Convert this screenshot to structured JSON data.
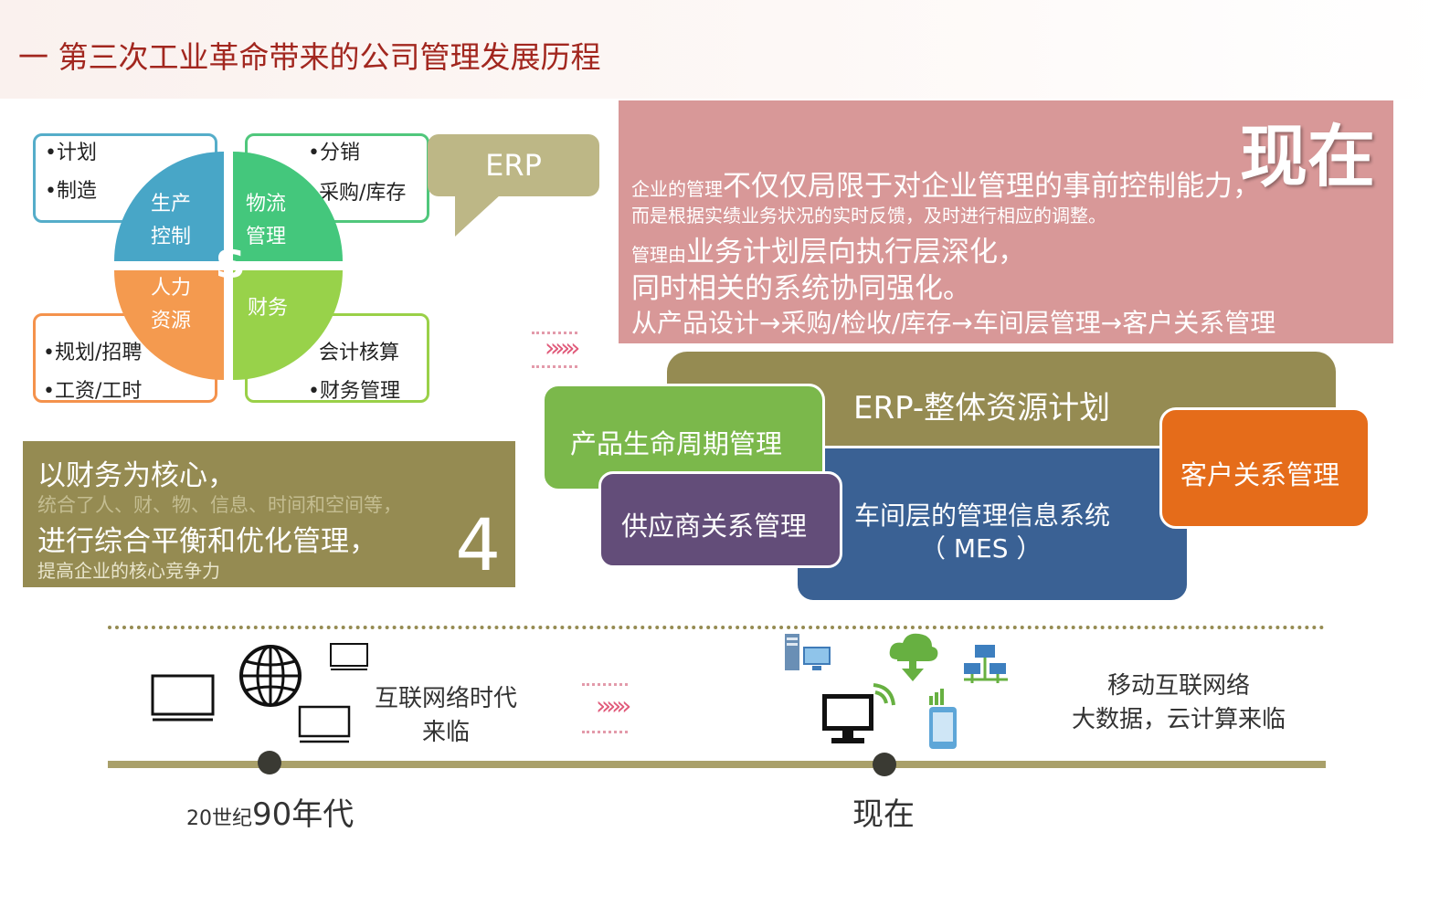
{
  "page_title": "一 第三次工业革命带来的公司管理发展历程",
  "quadrants": {
    "tl": {
      "line1": "生产",
      "line2": "控制"
    },
    "tr": {
      "line1": "物流",
      "line2": "管理"
    },
    "bl": {
      "line1": "人力",
      "line2": "资源"
    },
    "br": {
      "label": "财务"
    },
    "center_symbol": "$"
  },
  "boxes": {
    "blue": [
      "•计划",
      "•制造"
    ],
    "green": [
      "•分销",
      "采购/库存"
    ],
    "orange": [
      "•规划/招聘",
      "•工资/工时"
    ],
    "lime": [
      "会计核算",
      "•财务管理"
    ]
  },
  "erp_bubble": "ERP",
  "core": {
    "line1": "以财务为核心，",
    "line2": "统合了人、财、物、信息、时间和空间等，",
    "line3": "进行综合平衡和优化管理，",
    "line4": "提高企业的核心竞争力",
    "number": "4"
  },
  "now_box": {
    "title": "现在",
    "l1_small": "企业的管理",
    "l1_big": "不仅仅局限于对企业管理的事前控制能力，",
    "l2": "而是根据实绩业务状况的实时反馈，及时进行相应的调整。",
    "l3_small": "管理由",
    "l3_big": "业务计划层向执行层深化，",
    "l4": "同时相关的系统协同强化。",
    "l5": "从产品设计→采购/检收/库存→车间层管理→客户关系管理"
  },
  "arrow_glyph": "»»»",
  "blocks": {
    "erp": "ERP-整体资源计划",
    "plm": "产品生命周期管理",
    "mes_line1": "车间层的管理信息系统",
    "mes_line2": "（ MES ）",
    "srm": "供应商关系管理",
    "crm": "客户关系管理"
  },
  "era_internet": {
    "line1": "互联网络时代",
    "line2": "来临"
  },
  "era_mobile": {
    "line1": "移动互联网络",
    "line2": "大数据，云计算来临"
  },
  "timeline": {
    "left_small": "20世纪",
    "left_big": "90年代",
    "right": "现在"
  },
  "colors": {
    "title_red": "#a2271f",
    "olive": "#958b52",
    "pink": "#d89898",
    "blue": "#48a6c7",
    "green": "#44c77c",
    "orange": "#f49a4f",
    "lime": "#98d24a",
    "purple": "#634d79",
    "navy": "#3a6194",
    "crm_orange": "#e56c1a"
  },
  "icons": [
    "monitor-icon",
    "globe-icon",
    "server-icon",
    "cloud-download-icon",
    "network-icon",
    "desktop-wifi-icon",
    "phone-signal-icon"
  ]
}
